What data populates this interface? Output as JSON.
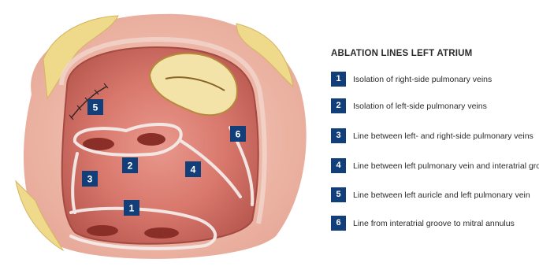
{
  "legend": {
    "title": "ABLATION LINES LEFT ATRIUM",
    "items": [
      {
        "number": "1",
        "label": "Isolation of right-side pulmonary veins"
      },
      {
        "number": "2",
        "label": "Isolation of left-side pulmonary veins"
      },
      {
        "number": "3",
        "label": "Line between left- and right-side pulmonary veins"
      },
      {
        "number": "4",
        "label": "Line between left pulmonary vein and interatrial groove"
      },
      {
        "number": "5",
        "label": "Line between left auricle and left pulmonary vein"
      },
      {
        "number": "6",
        "label": "Line from interatrial groove to mitral annulus"
      }
    ]
  },
  "diagram_labels": [
    "1",
    "2",
    "3",
    "4",
    "5",
    "6"
  ],
  "colors": {
    "badge": "#123f7a",
    "ablation_line": "#f4ecea",
    "fat": "#efd98a",
    "myocardium": "#d9786d"
  }
}
